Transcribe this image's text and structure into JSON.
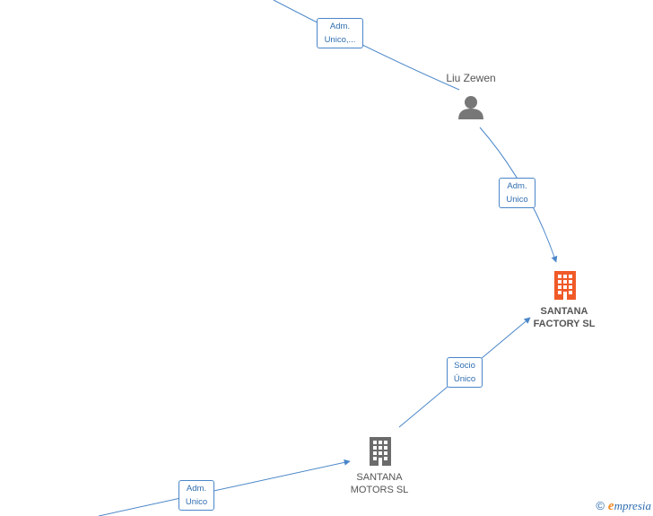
{
  "nodes": {
    "person": {
      "name": "Liu Zewen",
      "icon": "person-icon"
    },
    "factory": {
      "line1": "SANTANA",
      "line2": "FACTORY  SL",
      "icon": "building-icon",
      "color": "#f05a28"
    },
    "motors": {
      "line1": "SANTANA",
      "line2": "MOTORS  SL",
      "icon": "building-icon",
      "color": "#6b6b6b"
    }
  },
  "edges": {
    "top": {
      "line1": "Adm.",
      "line2": "Unico,..."
    },
    "person_factory": {
      "line1": "Adm.",
      "line2": "Unico"
    },
    "motors_factory": {
      "line1": "Socio",
      "line2": "Único"
    },
    "bottom": {
      "line1": "Adm.",
      "line2": "Unico"
    }
  },
  "watermark": {
    "copyright": "©",
    "brand_initial": "e",
    "brand_rest": "mpresia"
  },
  "colors": {
    "edge": "#4a86c8",
    "label_text": "#2f6db0"
  }
}
